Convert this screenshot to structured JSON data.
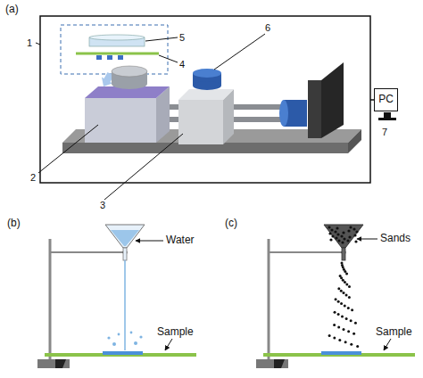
{
  "diagram": {
    "nodes": [
      {
        "text": [
          "PC"
        ]
      }
    ],
    "labels": [
      "(a)",
      "1",
      "5",
      "4",
      "6",
      "2",
      "3",
      "7",
      "(b)",
      "Water",
      "Sample",
      "(c)",
      "Sands",
      "Sample"
    ]
  }
}
